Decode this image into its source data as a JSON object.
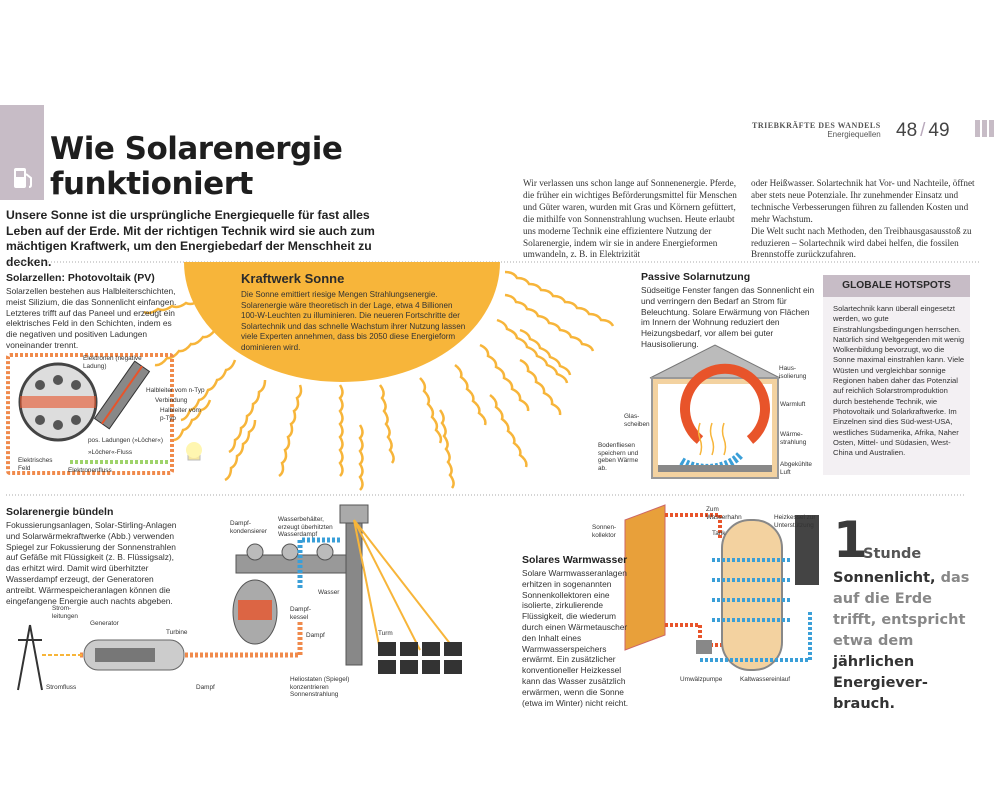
{
  "header": {
    "kicker": "TRIEBKRÄFTE DES WANDELS",
    "kicker_sub": "Energiequellen",
    "page_left": "48",
    "page_sep": "/",
    "page_right": "49"
  },
  "title": "Wie Solarenergie\nfunktioniert",
  "intro": "Unsere Sonne ist die ursprüngliche Energiequelle für fast alles Leben auf der Erde. Mit der richtigen Technik wird sie auch zum mächtigen Kraftwerk, um den Energiebedarf der Menschheit zu decken.",
  "body_col1": "Wir verlassen uns schon lange auf Sonnenenergie. Pferde, die früher ein wichtiges Beförderungsmittel für Menschen und Güter waren, wurden mit Gras und Körnern gefüttert, die mithilfe von Sonnenstrahlung wuchsen. Heute erlaubt uns moderne Technik eine effizientere Nutzung der Solarenergie, indem wir sie in andere Energieformen umwandeln, z. B. in Elektrizität",
  "body_col2": "oder Heißwasser. Solartechnik hat Vor- und Nachteile, öffnet aber stets neue Potenziale. Ihr zunehmender Einsatz und technische Verbesserungen führen zu fallenden Kosten und mehr Wachstum.\n    Die Welt sucht nach Methoden, den Treibhausgasausstoß zu reduzieren – Solartechnik wird dabei helfen, die fossilen Brennstoffe zurückzufahren.",
  "pv": {
    "heading": "Solarzellen: Photovoltaik (PV)",
    "text": "Solarzellen bestehen aus Halbleiterschichten, meist Silizium, die das Sonnenlicht einfangen. Letzteres trifft auf das Paneel und erzeugt ein elektrisches Feld in den Schichten, indem es die negativen und positiven Ladungen voneinander trennt.",
    "labels": {
      "electrons": "Elektronen (negative Ladung)",
      "n_type": "Halbleiter vom n-Typ",
      "connection": "Verbindung",
      "p_type": "Halbleiter vom p-Typ",
      "holes": "pos. Ladungen (»Löcher«)",
      "hole_flow": "»Löcher«-Fluss",
      "field": "Elektrisches Feld",
      "electron_flow": "Elektronenfluss"
    }
  },
  "sun": {
    "heading": "Kraftwerk Sonne",
    "text": "Die Sonne emittiert riesige Mengen Strahlungsenergie. Solarenergie wäre theoretisch in der Lage, etwa 4 Billionen 100-W-Leuchten zu illuminieren. Die neueren Fortschritte der Solartechnik und das schnelle Wachstum ihrer Nutzung lassen viele Experten annehmen, dass bis 2050 diese Energieform dominieren wird."
  },
  "passive": {
    "heading": "Passive Solarnutzung",
    "text": "Südseitige Fenster fangen das Sonnenlicht ein und verringern den Bedarf an Strom für Beleuchtung. Solare Erwärmung von Flächen im Innern der Wohnung reduziert den Heizungsbedarf, vor allem bei guter Hausisolierung.",
    "labels": {
      "insulation": "Haus-isolierung",
      "heat_flow": "Warmluft",
      "glass": "Glas-scheiben",
      "radiation": "Wärme-strahlung",
      "floor": "Bodenfliesen speichern und geben Wärme ab.",
      "cool_air": "Abgekühlte Luft"
    }
  },
  "hotspots": {
    "heading": "GLOBALE HOTSPOTS",
    "text": "Solartechnik kann überall eingesetzt werden, wo gute Einstrahlungsbedingungen herrschen. Natürlich sind Weltgegenden mit wenig Wolkenbildung bevorzugt, wo die Sonne maximal einstrahlen kann. Viele Wüsten und vergleichbar sonnige Regionen haben daher das Potenzial auf reichlich Solarstromproduktion durch bestehende Technik, wie Photovoltaik und Solarkraftwerke. Im Einzelnen sind dies Süd-west-USA, westliches Südamerika, Afrika, Naher Osten, Mittel- und Südasien, West-China und Australien."
  },
  "bundle": {
    "heading": "Solarenergie bündeln",
    "text": "Fokussierungsanlagen, Solar-Stirling-Anlagen und Solarwärmekraftwerke (Abb.) verwenden Spiegel zur Fokussierung der Sonnenstrahlen auf Gefäße mit Flüssigkeit (z. B. Flüssigsalz), das erhitzt wird. Damit wird überhitzter Wasserdampf erzeugt, der Generatoren antreibt. Wärmespeicheranlagen können die eingefangene Energie auch nachts abgeben.",
    "labels": {
      "condenser": "Dampf-kondensierer",
      "tank": "Wasserbehälter, erzeugt überhitzten Wasserdampf",
      "water": "Wasser",
      "boiler": "Dampf-kessel",
      "steam": "Dampf",
      "tower": "Turm",
      "lines": "Strom-leitungen",
      "generator": "Generator",
      "turbine": "Turbine",
      "current": "Stromfluss",
      "steam2": "Dampf",
      "heliostats": "Heliostaten (Spiegel) konzentrieren Sonnenstrahlung"
    }
  },
  "water": {
    "heading": "Solares Warmwasser",
    "text": "Solare Warmwasseranlagen erhitzen in sogenannten Sonnenkollektoren eine isolierte, zirkulierende Flüssigkeit, die wiederum durch einen Wärmetauscher den Inhalt eines Warmwasserspeichers erwärmt. Ein zusätzlicher konventioneller Heizkessel kann das Wasser zusätzlich erwärmen, wenn die Sonne (etwa im Winter) nicht reicht.",
    "labels": {
      "collector": "Sonnen-kollektor",
      "tap": "Zum Wasserhahn",
      "tank": "Tank",
      "boiler": "Heizkessel zur Unterstützung",
      "pump": "Umwälzpumpe",
      "inlet": "Kaltwassereinlauf"
    }
  },
  "stat": {
    "number": "1",
    "w1": "Stunde",
    "w2": "Sonnenlicht,",
    "w3": "das auf die Erde trifft,",
    "w4": "entspricht etwa",
    "w5": "dem",
    "w6": "jährlichen Energiever-brauch."
  },
  "colors": {
    "sun": "#f7b53a",
    "accent": "#c7bcc6",
    "hot": "#e8542a",
    "cold": "#3a9fd8"
  }
}
